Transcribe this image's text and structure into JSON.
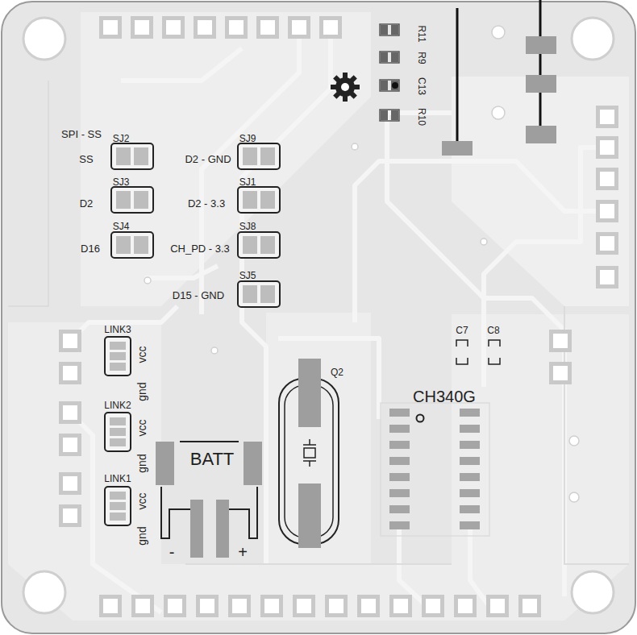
{
  "diagram": {
    "labels": [
      "SPI - SS",
      "SJ2",
      "SS",
      "SJ9",
      "D2 - GND",
      "SJ3",
      "D2",
      "SJ1",
      "D2 - 3.3",
      "SJ4",
      "D16",
      "SJ8",
      "CH_PD - 3.3",
      "SJ5",
      "D15 - GND",
      "R11",
      "R9",
      "C13",
      "R10",
      "LINK3",
      "vcc",
      "gnd",
      "LINK2",
      "vcc",
      "gnd",
      "LINK1",
      "vcc",
      "gnd",
      "C7",
      "C8",
      "Q2",
      "CH340G",
      "BATT",
      "-",
      "+"
    ]
  }
}
